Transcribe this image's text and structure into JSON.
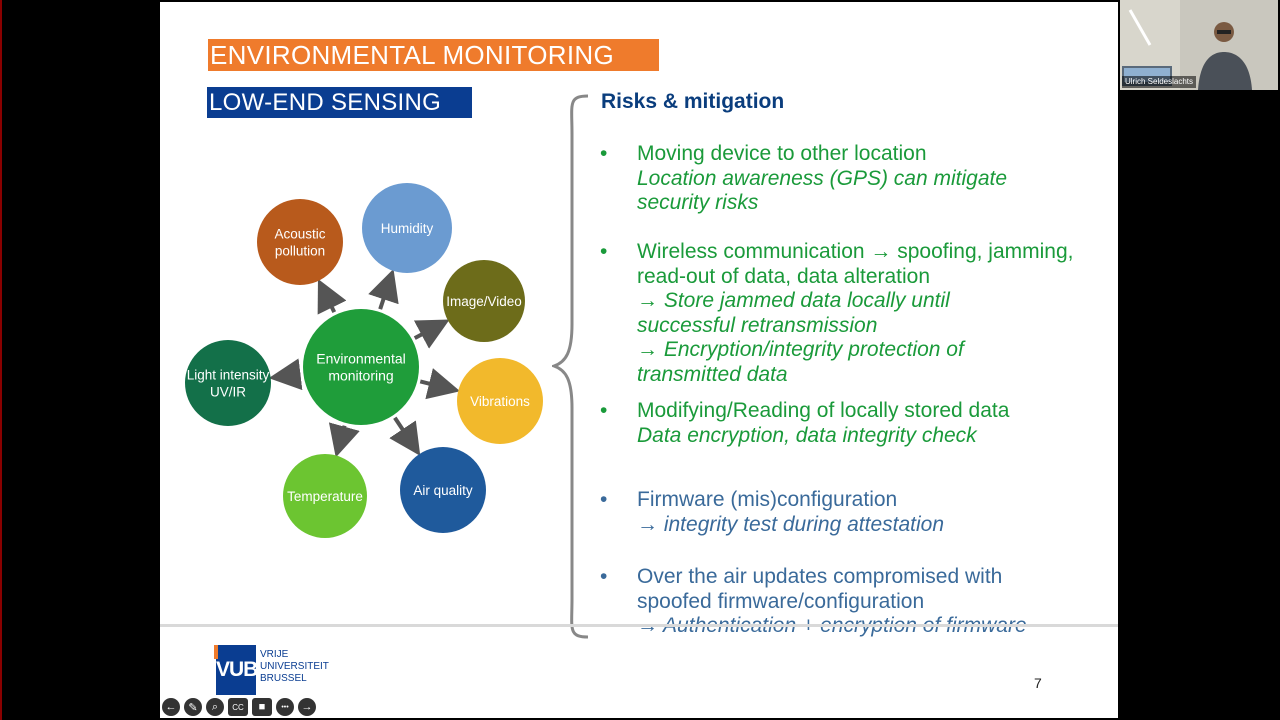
{
  "slide": {
    "title_main": "ENVIRONMENTAL MONITORING",
    "title_sub": "LOW-END SENSING",
    "page_number": "7"
  },
  "diagram": {
    "center": {
      "line1": "Environmental",
      "line2": "monitoring",
      "color": "#1f9d3a"
    },
    "nodes": [
      {
        "line1": "Acoustic",
        "line2": "pollution",
        "color": "#b85a1c"
      },
      {
        "line1": "Humidity",
        "line2": "",
        "color": "#6b9bd1"
      },
      {
        "line1": "Image/Video",
        "line2": "",
        "color": "#6d6c1a"
      },
      {
        "line1": "Vibrations",
        "line2": "",
        "color": "#f2b92c"
      },
      {
        "line1": "Air quality",
        "line2": "",
        "color": "#1f5a9c"
      },
      {
        "line1": "Temperature",
        "line2": "",
        "color": "#6cc531"
      },
      {
        "line1": "Light intensity",
        "line2": "UV/IR",
        "color": "#137049"
      }
    ]
  },
  "risks": {
    "title": "Risks & mitigation",
    "bullet_char": "•",
    "items": [
      {
        "main": "Moving device to other location",
        "mitigation": [
          "Location awareness (GPS) can mitigate",
          "security risks"
        ]
      },
      {
        "main": "Wireless communication → spoofing, jamming, read-out of data, data alteration",
        "mitigation": [
          "→ Store jammed data locally until",
          "successful retransmission",
          "→ Encryption/integrity protection of",
          "transmitted data"
        ]
      },
      {
        "main": "Modifying/Reading of locally stored data",
        "mitigation": [
          "Data encryption, data integrity check"
        ]
      },
      {
        "main": "Firmware (mis)configuration",
        "mitigation": [
          "→ integrity test during attestation"
        ]
      },
      {
        "main": "Over the air updates compromised with spoofed firmware/configuration",
        "mitigation": [
          "→ Authentication + encryption of firmware"
        ]
      }
    ]
  },
  "footer": {
    "logo_text": "VUB",
    "university": [
      "VRIJE",
      "UNIVERSITEIT",
      "BRUSSEL"
    ]
  },
  "toolbar": {
    "icons": [
      "back-icon",
      "pen-icon",
      "zoom-icon",
      "captions-icon",
      "video-icon",
      "more-icon",
      "forward-icon"
    ],
    "glyphs": [
      "←",
      "✎",
      "⌕",
      "CC",
      "■",
      "•••",
      "→"
    ]
  },
  "video": {
    "participant_name": "Ulrich Seldeslachts"
  }
}
